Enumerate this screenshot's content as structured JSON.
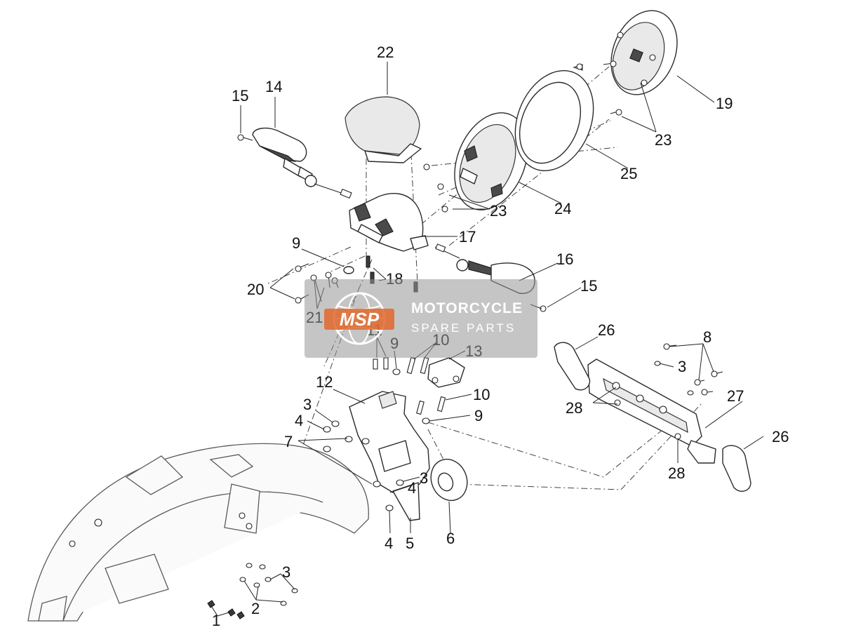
{
  "diagram": {
    "callouts": [
      {
        "id": "c22",
        "text": "22"
      },
      {
        "id": "c15a",
        "text": "15"
      },
      {
        "id": "c14",
        "text": "14"
      },
      {
        "id": "c19",
        "text": "19"
      },
      {
        "id": "c23a",
        "text": "23"
      },
      {
        "id": "c25",
        "text": "25"
      },
      {
        "id": "c24",
        "text": "24"
      },
      {
        "id": "c23b",
        "text": "23"
      },
      {
        "id": "c17",
        "text": "17"
      },
      {
        "id": "c9a",
        "text": "9"
      },
      {
        "id": "c16",
        "text": "16"
      },
      {
        "id": "c20",
        "text": "20"
      },
      {
        "id": "c18",
        "text": "18"
      },
      {
        "id": "c15b",
        "text": "15"
      },
      {
        "id": "c21",
        "text": "21"
      },
      {
        "id": "c11",
        "text": "11"
      },
      {
        "id": "c9b",
        "text": "9"
      },
      {
        "id": "c10a",
        "text": "10"
      },
      {
        "id": "c13",
        "text": "13"
      },
      {
        "id": "c26a",
        "text": "26"
      },
      {
        "id": "c8",
        "text": "8"
      },
      {
        "id": "c3a",
        "text": "3"
      },
      {
        "id": "c12",
        "text": "12"
      },
      {
        "id": "c10b",
        "text": "10"
      },
      {
        "id": "c27",
        "text": "27"
      },
      {
        "id": "c28a",
        "text": "28"
      },
      {
        "id": "c3b",
        "text": "3"
      },
      {
        "id": "c9c",
        "text": "9"
      },
      {
        "id": "c4a",
        "text": "4"
      },
      {
        "id": "c7",
        "text": "7"
      },
      {
        "id": "c26b",
        "text": "26"
      },
      {
        "id": "c28b",
        "text": "28"
      },
      {
        "id": "c3c",
        "text": "3"
      },
      {
        "id": "c4b",
        "text": "4"
      },
      {
        "id": "c4c",
        "text": "4"
      },
      {
        "id": "c5",
        "text": "5"
      },
      {
        "id": "c6",
        "text": "6"
      },
      {
        "id": "c3d",
        "text": "3"
      },
      {
        "id": "c2",
        "text": "2"
      },
      {
        "id": "c1",
        "text": "1"
      }
    ]
  },
  "watermark": {
    "logo_text": "MSP",
    "brand": "MOTORCYCLE",
    "tagline": "SPARE PARTS",
    "color": "#9a9a9a",
    "accent": "#e0672a"
  }
}
